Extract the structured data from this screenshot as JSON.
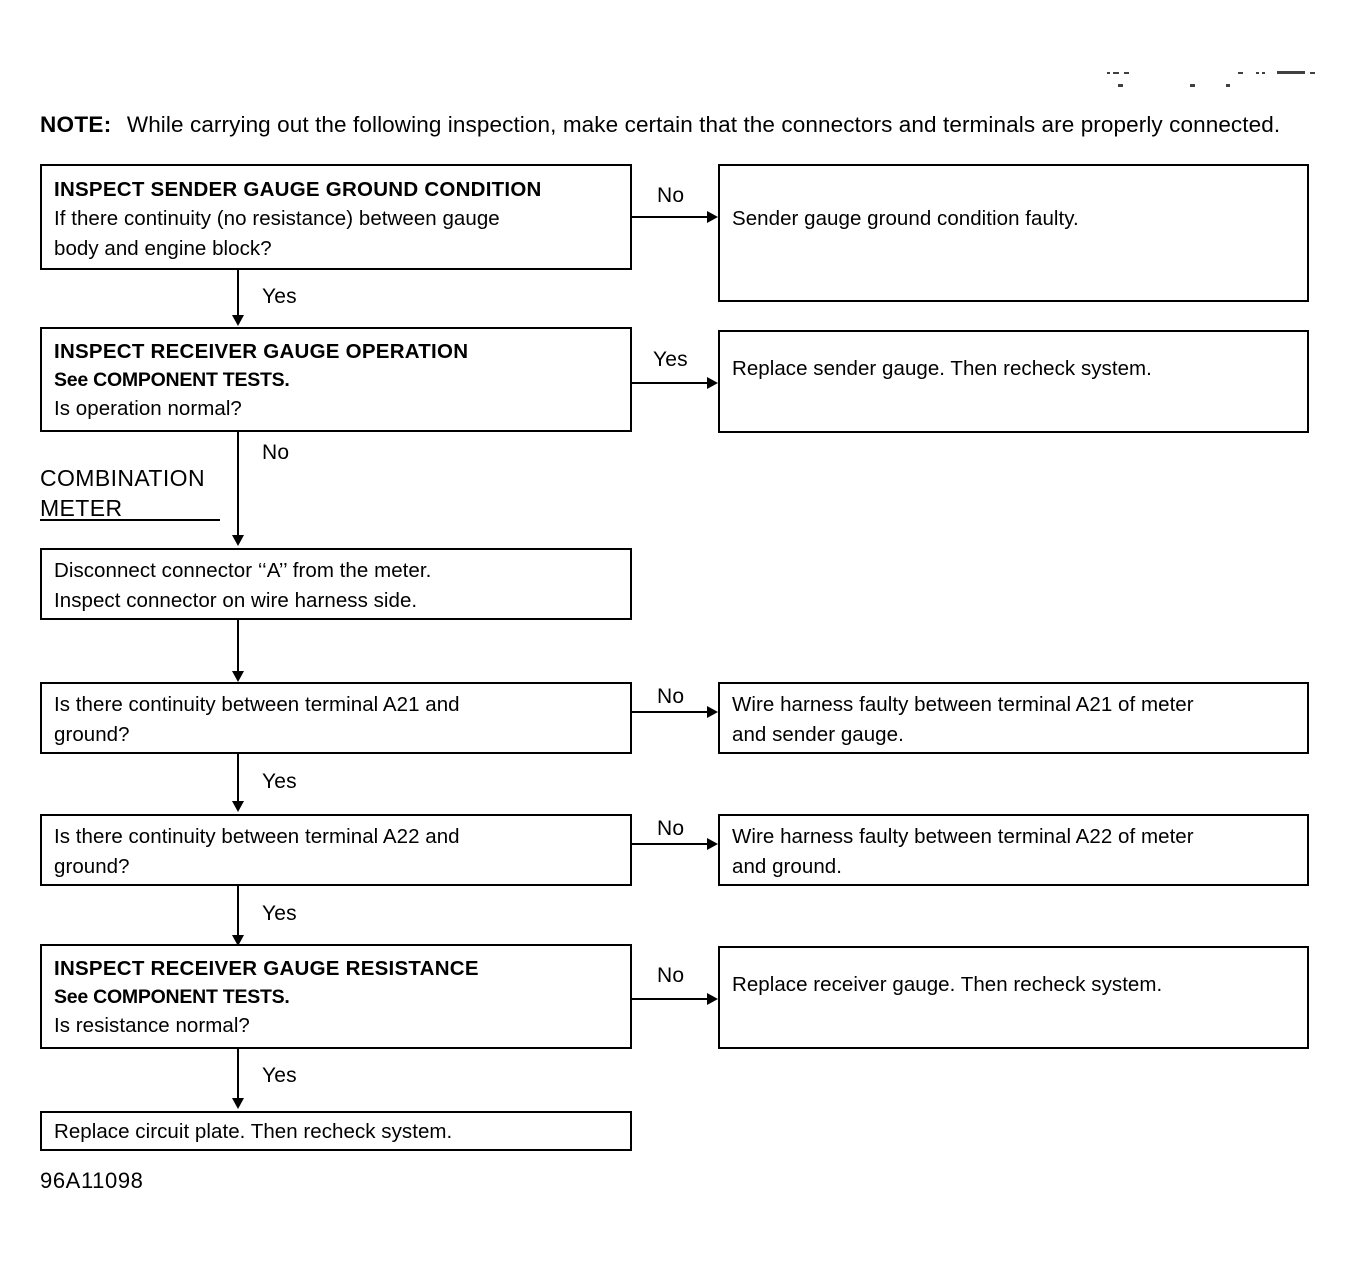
{
  "note": {
    "label": "NOTE:",
    "text": "While carrying out the following inspection, make certain that the connectors and terminals are properly connected."
  },
  "caption": {
    "line1": "COMBINATION",
    "line2": "METER"
  },
  "footer": {
    "code": "96A11098"
  },
  "branch_labels": {
    "b1_no": "No",
    "b1_yes": "Yes",
    "b2_yes": "Yes",
    "b2_no": "No",
    "b3_no": "No",
    "b3_yes": "Yes",
    "b4_no": "No",
    "b4_yes": "Yes",
    "b5_no": "No",
    "b5_yes": "Yes"
  },
  "boxes": {
    "step1": {
      "head": "INSPECT SENDER GAUGE GROUND CONDITION",
      "line2": "If there continuity (no resistance) between gauge",
      "line3": "body and engine block?"
    },
    "result1": {
      "line1": "Sender gauge ground condition faulty."
    },
    "step2": {
      "head": "INSPECT RECEIVER GAUGE OPERATION",
      "line2": "See COMPONENT TESTS.",
      "line3": "Is operation normal?"
    },
    "result2": {
      "line1": "Replace sender gauge. Then recheck system."
    },
    "step3": {
      "line1": "Disconnect connector ‘‘A’’ from the meter.",
      "line2": "Inspect connector on wire harness side."
    },
    "step4": {
      "line1": "Is there continuity between terminal A21 and",
      "line2": "ground?"
    },
    "result4": {
      "line1": "Wire harness faulty between terminal A21 of meter",
      "line2": "and sender gauge."
    },
    "step5": {
      "line1": "Is there continuity between terminal A22 and",
      "line2": "ground?"
    },
    "result5": {
      "line1": "Wire harness faulty between terminal A22 of meter",
      "line2": "and ground."
    },
    "step6": {
      "head": "INSPECT RECEIVER GAUGE RESISTANCE",
      "line2": "See COMPONENT TESTS.",
      "line3": "Is resistance normal?"
    },
    "result6": {
      "line1": "Replace receiver gauge. Then recheck system."
    },
    "step7": {
      "line1": "Replace circuit plate. Then recheck system."
    }
  },
  "chart_data": {
    "type": "diagram",
    "title": "Fuel / temperature gauge troubleshooting flow chart",
    "nodes": [
      {
        "id": "step1",
        "kind": "decision",
        "text": "INSPECT SENDER GAUGE GROUND CONDITION / If there continuity (no resistance) between gauge body and engine block?"
      },
      {
        "id": "result1",
        "kind": "terminal",
        "text": "Sender gauge ground condition faulty."
      },
      {
        "id": "step2",
        "kind": "decision",
        "text": "INSPECT RECEIVER GAUGE OPERATION / See COMPONENT TESTS. / Is operation normal?"
      },
      {
        "id": "result2",
        "kind": "terminal",
        "text": "Replace sender gauge. Then recheck system."
      },
      {
        "id": "step3",
        "kind": "action",
        "text": "Disconnect connector ‘‘A’’ from the meter. Inspect connector on wire harness side."
      },
      {
        "id": "step4",
        "kind": "decision",
        "text": "Is there continuity between terminal A21 and ground?"
      },
      {
        "id": "result4",
        "kind": "terminal",
        "text": "Wire harness faulty between terminal A21 of meter and sender gauge."
      },
      {
        "id": "step5",
        "kind": "decision",
        "text": "Is there continuity between terminal A22 and ground?"
      },
      {
        "id": "result5",
        "kind": "terminal",
        "text": "Wire harness faulty between terminal A22 of meter and ground."
      },
      {
        "id": "step6",
        "kind": "decision",
        "text": "INSPECT RECEIVER GAUGE RESISTANCE / See COMPONENT TESTS. / Is resistance normal?"
      },
      {
        "id": "result6",
        "kind": "terminal",
        "text": "Replace receiver gauge. Then recheck system."
      },
      {
        "id": "step7",
        "kind": "terminal",
        "text": "Replace circuit plate. Then recheck system."
      }
    ],
    "edges": [
      {
        "from": "step1",
        "to": "result1",
        "label": "No"
      },
      {
        "from": "step1",
        "to": "step2",
        "label": "Yes"
      },
      {
        "from": "step2",
        "to": "result2",
        "label": "Yes"
      },
      {
        "from": "step2",
        "to": "step3",
        "label": "No"
      },
      {
        "from": "step3",
        "to": "step4",
        "label": ""
      },
      {
        "from": "step4",
        "to": "result4",
        "label": "No"
      },
      {
        "from": "step4",
        "to": "step5",
        "label": "Yes"
      },
      {
        "from": "step5",
        "to": "result5",
        "label": "No"
      },
      {
        "from": "step5",
        "to": "step6",
        "label": "Yes"
      },
      {
        "from": "step6",
        "to": "result6",
        "label": "No"
      },
      {
        "from": "step6",
        "to": "step7",
        "label": "Yes"
      }
    ]
  }
}
